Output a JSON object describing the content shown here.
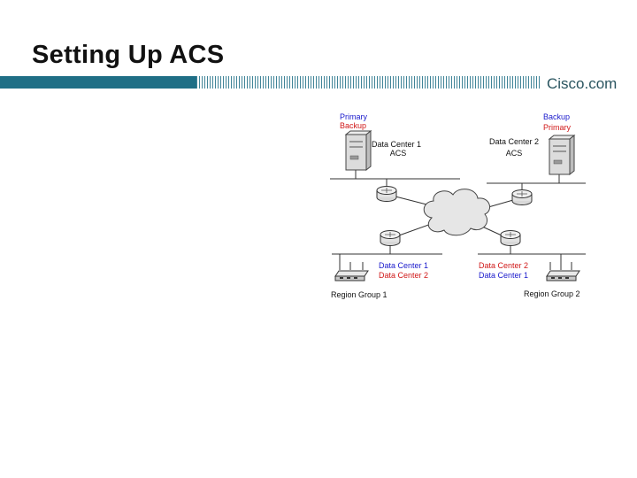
{
  "slide": {
    "title": "Setting Up ACS",
    "brand": "Cisco.com"
  },
  "colors": {
    "accent": "#1f6f86",
    "blue": "#1a1acc",
    "red": "#d01818"
  },
  "diagram": {
    "server1": {
      "role_primary": "Primary",
      "role_backup": "Backup",
      "name": "Data Center 1",
      "sub": "ACS"
    },
    "server2": {
      "role_backup": "Backup",
      "role_primary": "Primary",
      "name": "Data Center 2",
      "sub": "ACS"
    },
    "region1": {
      "line1": "Data Center 1",
      "line2": "Data Center 2",
      "group": "Region Group 1"
    },
    "region2": {
      "line1": "Data Center 2",
      "line2": "Data Center 1",
      "group": "Region Group 2"
    }
  }
}
